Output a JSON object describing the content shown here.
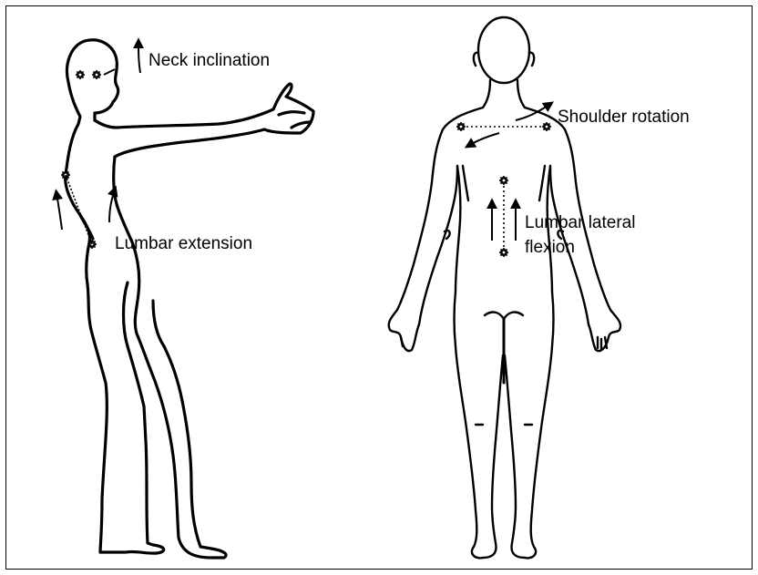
{
  "labels": {
    "neck_inclination": "Neck inclination",
    "lumbar_extension": "Lumbar extension",
    "shoulder_rotation": "Shoulder rotation",
    "lumbar_lateral_flexion": "Lumbar lateral\nflexion"
  },
  "colors": {
    "ink": "#000000",
    "background": "#ffffff"
  },
  "icons": [
    "marker-gear-icon",
    "arrow-icon"
  ]
}
